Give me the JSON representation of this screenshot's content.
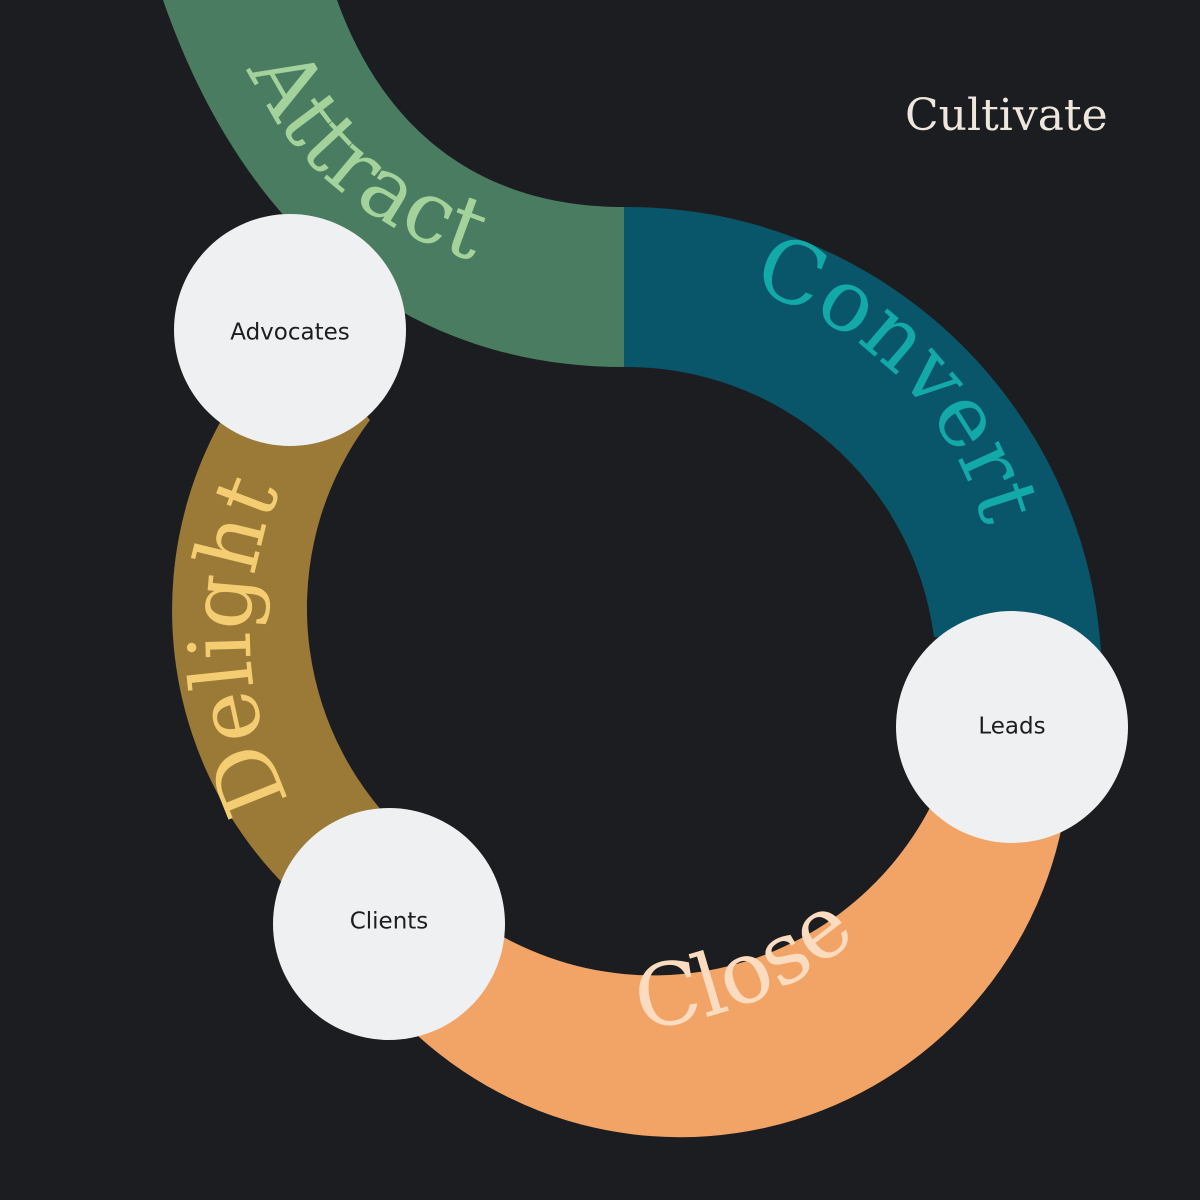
{
  "brand": {
    "name": "Cultivate"
  },
  "stages": [
    {
      "id": "attract",
      "label": "Attract",
      "band_color": "#4a7c62",
      "text_color": "#a3d39a"
    },
    {
      "id": "convert",
      "label": "Convert",
      "band_color": "#09566b",
      "text_color": "#13a9a8"
    },
    {
      "id": "close",
      "label": "Close",
      "band_color": "#f2a466",
      "text_color": "#fcdcc0"
    },
    {
      "id": "delight",
      "label": "Delight",
      "band_color": "#9a7a36",
      "text_color": "#f4cd72"
    }
  ],
  "nodes": [
    {
      "id": "advocates",
      "label": "Advocates"
    },
    {
      "id": "leads",
      "label": "Leads"
    },
    {
      "id": "clients",
      "label": "Clients"
    }
  ],
  "colors": {
    "background": "#1b1d21",
    "node_fill": "#eff0f1"
  }
}
